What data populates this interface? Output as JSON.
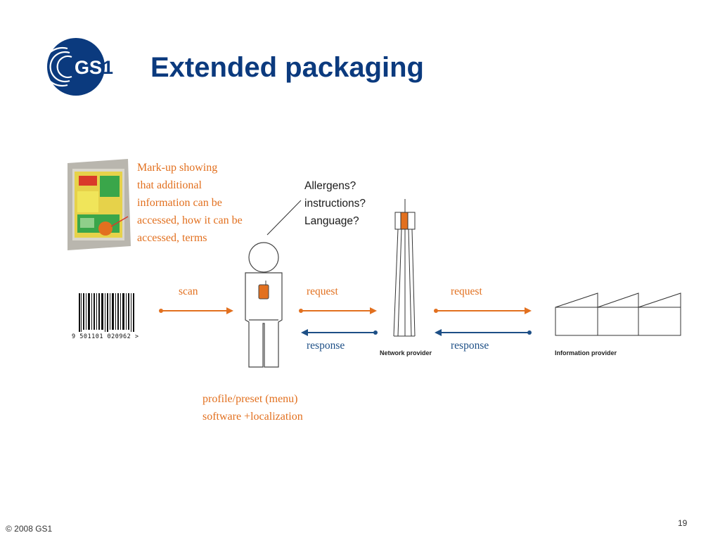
{
  "slide": {
    "title": "Extended packaging",
    "logo_text": "GS1",
    "page_number": "19",
    "copyright": "© 2008 GS1"
  },
  "diagram": {
    "markup_note": [
      "Mark-up showing",
      "that additional",
      "information can be",
      "accessed, how it can be",
      "accessed, terms"
    ],
    "questions": [
      "Allergens?",
      "instructions?",
      "Language?"
    ],
    "arrows": {
      "scan": "scan",
      "request_1": "request",
      "response_1": "response",
      "request_2": "request",
      "response_2": "response"
    },
    "nodes": {
      "network_provider": "Network provider",
      "information_provider": "Information provider"
    },
    "barcode_digits": "9  501101  020962  >",
    "profile_note": [
      "profile/preset (menu)",
      "software +localization"
    ]
  },
  "colors": {
    "title_blue": "#0b3a7e",
    "orange": "#e2701f",
    "arrow_blue": "#1d4f86"
  }
}
